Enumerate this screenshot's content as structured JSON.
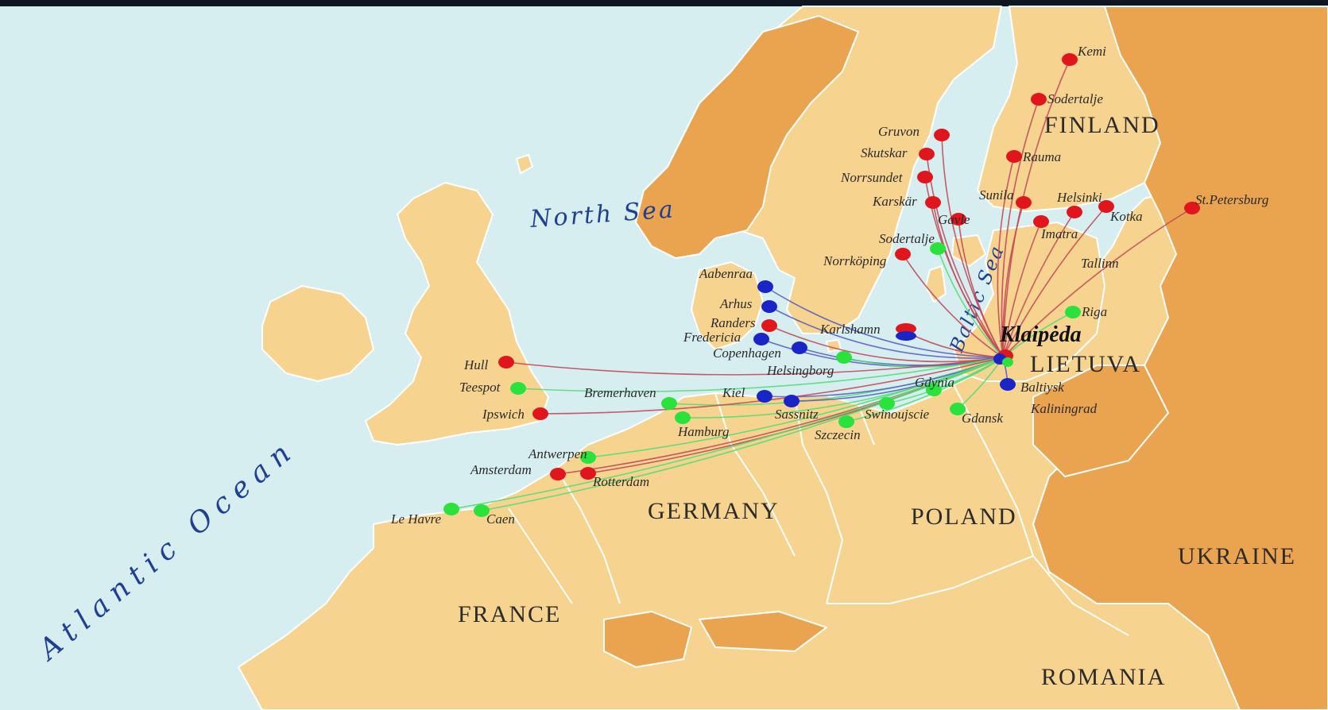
{
  "colors": {
    "sea": "#d6eef0",
    "land_light": "#f6d48f",
    "land_dark": "#eaa44f",
    "border": "#ffffff",
    "port_red": "#e0161c",
    "port_blue": "#1a25c8",
    "port_green": "#29e33c",
    "route_red": "#c24a5a",
    "route_blue": "#5a5fc4",
    "route_green": "#55dd77"
  },
  "hub": {
    "name": "Klaipėda"
  },
  "water_labels": {
    "north_sea": "North Sea",
    "baltic_sea": "Baltic Sea",
    "atlantic": "Atlantic Ocean"
  },
  "countries": {
    "finland": "FINLAND",
    "lietuva": "LIETUVA",
    "germany": "GERMANY",
    "poland": "POLAND",
    "ukraine": "UKRAINE",
    "france": "FRANCE",
    "romania": "ROMANIA"
  },
  "ports": [
    {
      "name": "Kemi",
      "color": "red"
    },
    {
      "name": "Sodertalje",
      "color": "red"
    },
    {
      "name": "Gruvon",
      "color": "red"
    },
    {
      "name": "Skutskar",
      "color": "red"
    },
    {
      "name": "Rauma",
      "color": "red"
    },
    {
      "name": "Norrsundet",
      "color": "red"
    },
    {
      "name": "Sunila",
      "color": "red"
    },
    {
      "name": "Helsinki",
      "color": "red"
    },
    {
      "name": "Kotka",
      "color": "red"
    },
    {
      "name": "Karskär",
      "color": "red"
    },
    {
      "name": "Gavle",
      "color": "red"
    },
    {
      "name": "Imatra",
      "color": "red"
    },
    {
      "name": "St.Petersburg",
      "color": "red"
    },
    {
      "name": "Sodertalje",
      "color": "green"
    },
    {
      "name": "Norrköping",
      "color": "red"
    },
    {
      "name": "Tallinn",
      "color": "none"
    },
    {
      "name": "Aabenraa",
      "color": "blue"
    },
    {
      "name": "Arhus",
      "color": "blue"
    },
    {
      "name": "Riga",
      "color": "green"
    },
    {
      "name": "Randers",
      "color": "red"
    },
    {
      "name": "Fredericia",
      "color": "blue"
    },
    {
      "name": "Karlshamn",
      "color": "mixed"
    },
    {
      "name": "Copenhagen",
      "color": "blue"
    },
    {
      "name": "Helsingborg",
      "color": "green"
    },
    {
      "name": "Hull",
      "color": "red"
    },
    {
      "name": "Teespot",
      "color": "green"
    },
    {
      "name": "Gdynia",
      "color": "green"
    },
    {
      "name": "Baltiysk",
      "color": "blue"
    },
    {
      "name": "Bremerhaven",
      "color": "green"
    },
    {
      "name": "Kiel",
      "color": "blue"
    },
    {
      "name": "Ipswich",
      "color": "red"
    },
    {
      "name": "Sassnitz",
      "color": "blue"
    },
    {
      "name": "Swinoujscie",
      "color": "green"
    },
    {
      "name": "Gdansk",
      "color": "green"
    },
    {
      "name": "Kaliningrad",
      "color": "none"
    },
    {
      "name": "Hamburg",
      "color": "green"
    },
    {
      "name": "Szczecin",
      "color": "green"
    },
    {
      "name": "Antwerpen",
      "color": "green"
    },
    {
      "name": "Amsterdam",
      "color": "red"
    },
    {
      "name": "Rotterdam",
      "color": "red"
    },
    {
      "name": "Le Havre",
      "color": "green"
    },
    {
      "name": "Caen",
      "color": "green"
    }
  ]
}
